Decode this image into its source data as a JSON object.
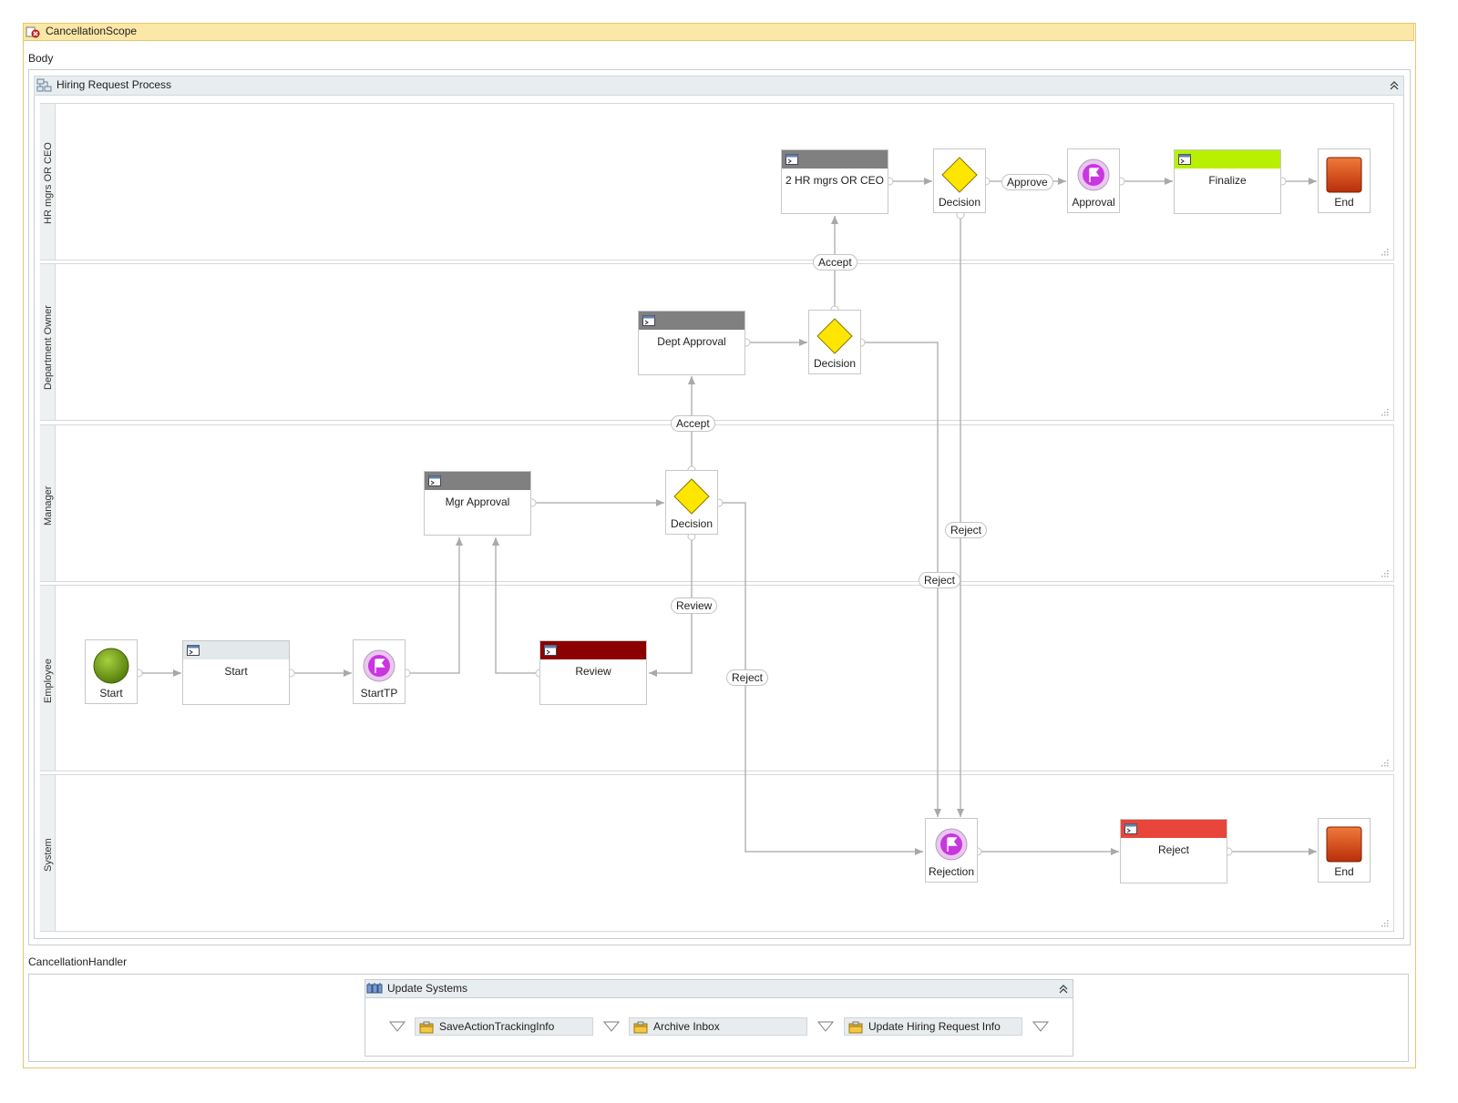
{
  "scope": {
    "title": "CancellationScope"
  },
  "body": {
    "label": "Body"
  },
  "process": {
    "title": "Hiring Request Process",
    "lanes": [
      {
        "title": "HR mgrs OR CEO"
      },
      {
        "title": "Department Owner"
      },
      {
        "title": "Manager"
      },
      {
        "title": "Employee"
      },
      {
        "title": "System"
      }
    ]
  },
  "nodes": {
    "hr_task": {
      "label": "2 HR mgrs OR CEO"
    },
    "hr_decision": {
      "label": "Decision"
    },
    "approval_tp": {
      "label": "Approval"
    },
    "finalize": {
      "label": "Finalize"
    },
    "hr_end": {
      "label": "End"
    },
    "dept_approval": {
      "label": "Dept Approval"
    },
    "dept_decision": {
      "label": "Decision"
    },
    "mgr_approval": {
      "label": "Mgr Approval"
    },
    "mgr_decision": {
      "label": "Decision"
    },
    "start_event": {
      "label": "Start"
    },
    "start_task": {
      "label": "Start"
    },
    "start_tp": {
      "label": "StartTP"
    },
    "review": {
      "label": "Review"
    },
    "rejection_tp": {
      "label": "Rejection"
    },
    "reject_task": {
      "label": "Reject"
    },
    "sys_end": {
      "label": "End"
    }
  },
  "connectors": {
    "approve": "Approve",
    "accept_hr": "Accept",
    "accept_dept": "Accept",
    "reject_hr": "Reject",
    "reject_dept": "Reject",
    "reject_mgr": "Reject",
    "review": "Review"
  },
  "colors": {
    "task_bar_default": "#808080",
    "task_bar_start": "#e3e8eb",
    "task_bar_review": "#8b0000",
    "task_bar_finalize": "#b8f000",
    "task_bar_reject": "#e8463a",
    "decision": "#ffe600",
    "start_event": "#6f9a12",
    "end_event": "#d9451a",
    "tp_icon": "#c936e0",
    "scope_header": "#fbe7a6"
  },
  "cancellation": {
    "label": "CancellationHandler",
    "sequence_title": "Update Systems",
    "activities": [
      "SaveActionTrackingInfo",
      "Archive Inbox",
      "Update Hiring Request Info"
    ]
  }
}
